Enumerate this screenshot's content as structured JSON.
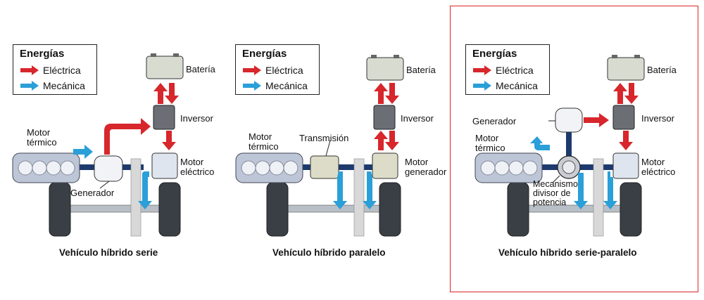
{
  "legend": {
    "title": "Energías",
    "electric": "Eléctrica",
    "mechanical": "Mecánica"
  },
  "colors": {
    "electric": "#d7262c",
    "mechanical": "#2a9fd8",
    "shaft": "#1d3a6e",
    "frame": "#d9262a"
  },
  "panels": [
    {
      "caption": "Vehículo híbrido serie",
      "battery": "Batería",
      "inverter": "Inversor",
      "engine": "Motor\ntérmico",
      "generator": "Generador",
      "motor": "Motor\neléctrico"
    },
    {
      "caption": "Vehículo híbrido paralelo",
      "battery": "Batería",
      "inverter": "Inversor",
      "engine": "Motor\ntérmico",
      "transmission": "Transmisión",
      "motor": "Motor\ngenerador"
    },
    {
      "caption": "Vehículo híbrido serie-paralelo",
      "battery": "Batería",
      "inverter": "Inversor",
      "engine": "Motor\ntérmico",
      "generator": "Generador",
      "splitter": "Mecanismo\ndivisor de\npotencia",
      "motor": "Motor\neléctrico"
    }
  ]
}
